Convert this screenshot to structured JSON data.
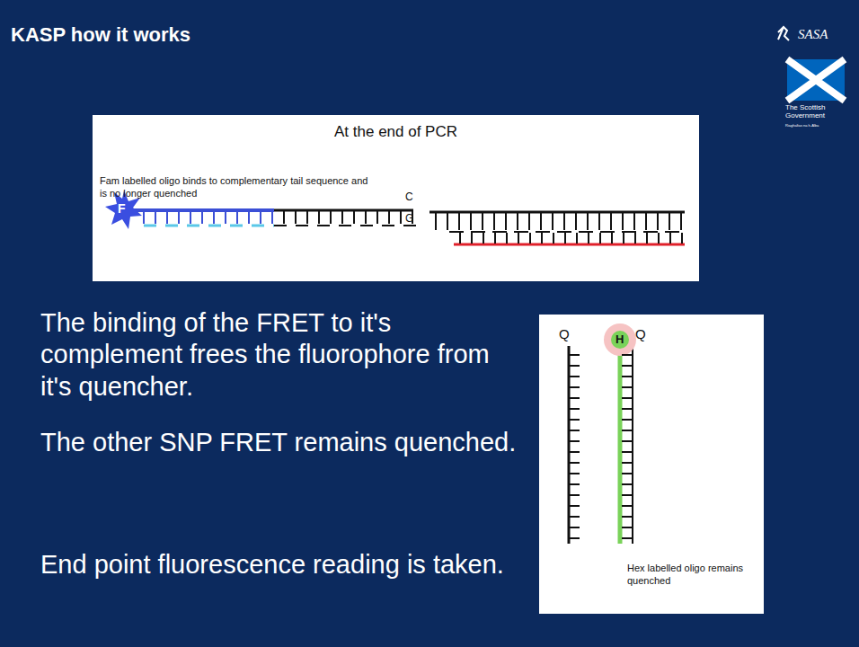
{
  "diagram": {
    "title": "KASP how it works",
    "nodes": [
      {
        "text": [
          "At the end of PCR",
          "Fam labelled oligo binds to complementary tail sequence and is no longer quenched"
        ]
      },
      {
        "text": [
          "Hex labelled oligo remains quenched"
        ]
      }
    ],
    "labels": [
      "F",
      "C",
      "G",
      "Q",
      "H",
      "Q",
      "The binding of the FRET to it's complement frees the fluorophore from it's quencher.",
      "The other SNP FRET remains quenched.",
      "End point fluorescence reading is taken.",
      "SASA",
      "The Scottish Government",
      "Riaghaltas na h-Alba"
    ]
  }
}
